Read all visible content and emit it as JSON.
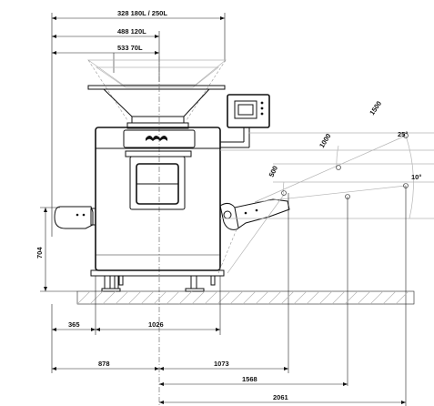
{
  "colors": {
    "line": "#111111",
    "light_line": "#b5b5b5",
    "background": "#ffffff"
  },
  "dims": {
    "hopper_top": "328 180L / 250L",
    "hopper_mid": "488 120L",
    "hopper_low": "533 70L",
    "height": "704",
    "left_offset": "365",
    "machine_width": "1026",
    "lift_878": "878",
    "lift_1073": "1073",
    "lift_1568": "1568",
    "lift_2061": "2061",
    "radius_500": "500",
    "radius_1000": "1000",
    "radius_1500": "1500",
    "angle_25": "25°",
    "angle_10": "10°"
  }
}
